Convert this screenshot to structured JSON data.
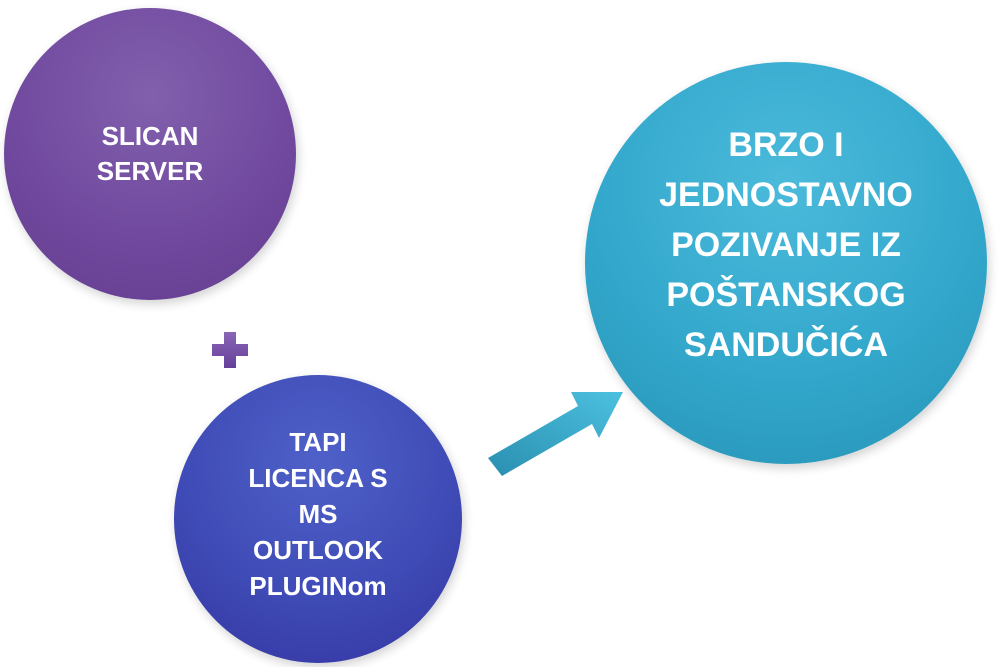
{
  "diagram": {
    "circle_1": {
      "text": "SLICAN\nSERVER",
      "color": "#714a9f"
    },
    "circle_2": {
      "text": "TAPI\nLICENCA S\nMS\nOUTLOOK\nPLUGINom",
      "color": "#3f4bb6"
    },
    "circle_3": {
      "text": "BRZO I\nJEDNOSTAVNO\nPOZIVANJE IZ\nPOŠTANSKOG\nSANDUČIĆA",
      "color": "#33a8cc"
    },
    "plus_icon": "plus-icon",
    "arrow_icon": "arrow-right-up-icon"
  }
}
